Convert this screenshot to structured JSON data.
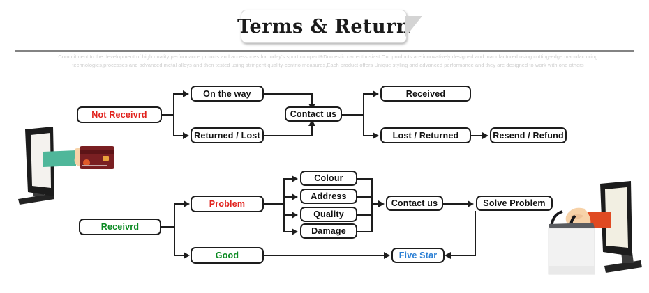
{
  "header": {
    "title": "Terms & Return",
    "blurb": "Commitment to the development of high quality performance prducts and accessories for today's sport compact&Domestic car enthusiast.Our products are innovatively designed and manufactured using cutting-edge manufacturing technologies,processes and advanced metal alloys and then tested using stringent quality-contrio measures,Each  product offers Unique styling and advanced performance and they are designed to work with one others"
  },
  "colors": {
    "red": "#e1221d",
    "green": "#0b8a22",
    "blue": "#2b7fd4",
    "line": "#1d1d1d",
    "divider": "#838383",
    "blurb_text": "#cfcfcf"
  },
  "flow": {
    "not_received": "Not Receivrd",
    "on_the_way": "On the way",
    "returned_lost": "Returned / Lost",
    "contact_us_top": "Contact us",
    "received": "Received",
    "lost_returned": "Lost / Returned",
    "resend_refund": "Resend / Refund",
    "received_root": "Receivrd",
    "problem": "Problem",
    "colour": "Colour",
    "address": "Address",
    "quality": "Quality",
    "damage": "Damage",
    "contact_us_bottom": "Contact us",
    "solve_problem": "Solve Problem",
    "good": "Good",
    "five_star": "Five Star"
  },
  "illustrations": {
    "left": "monitor-hand-credit-card",
    "right": "monitor-hand-shopping-bag"
  }
}
